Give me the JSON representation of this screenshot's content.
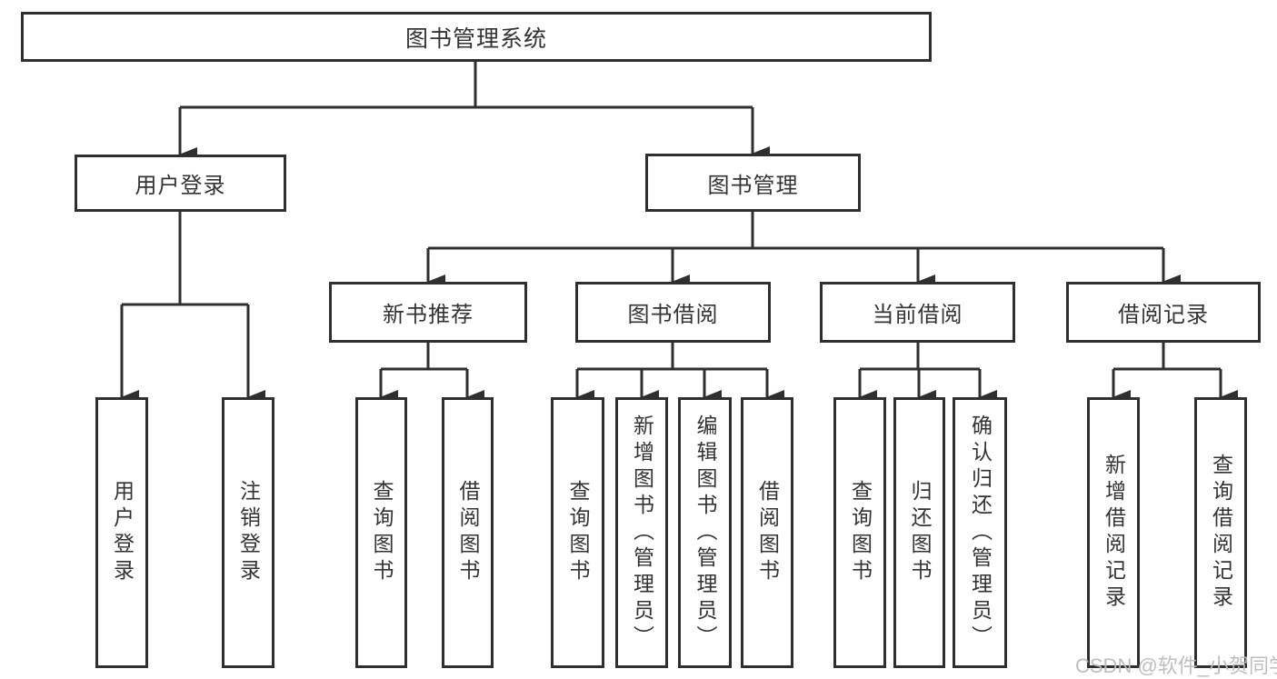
{
  "diagram": {
    "root": {
      "label": "图书管理系统"
    },
    "level2": {
      "user_login": {
        "label": "用户登录"
      },
      "book_management": {
        "label": "图书管理"
      }
    },
    "level3": {
      "new_book_recommend": {
        "label": "新书推荐"
      },
      "book_borrow": {
        "label": "图书借阅"
      },
      "current_borrow": {
        "label": "当前借阅"
      },
      "borrow_records": {
        "label": "借阅记录"
      }
    },
    "leaves": {
      "user_login": {
        "label": "用户登录"
      },
      "logout": {
        "label": "注销登录"
      },
      "nb_query_books": {
        "label": "查询图书"
      },
      "nb_borrow_books": {
        "label": "借阅图书"
      },
      "bb_query_books": {
        "label": "查询图书"
      },
      "bb_add_books": {
        "label": "新增图书（管理员）"
      },
      "bb_edit_books": {
        "label": "编辑图书（管理员）"
      },
      "bb_borrow_books": {
        "label": "借阅图书"
      },
      "cb_query_books": {
        "label": "查询图书"
      },
      "cb_return_books": {
        "label": "归还图书"
      },
      "cb_confirm_return": {
        "label": "确认归还（管理员）"
      },
      "br_add_record": {
        "label": "新增借阅记录"
      },
      "br_query_record": {
        "label": "查询借阅记录"
      }
    },
    "watermark": "CSDN @软件_小贺同学",
    "colors": {
      "line": "#2f2f2f",
      "text": "#333333",
      "watermark": "#bababa",
      "background": "#ffffff"
    }
  }
}
